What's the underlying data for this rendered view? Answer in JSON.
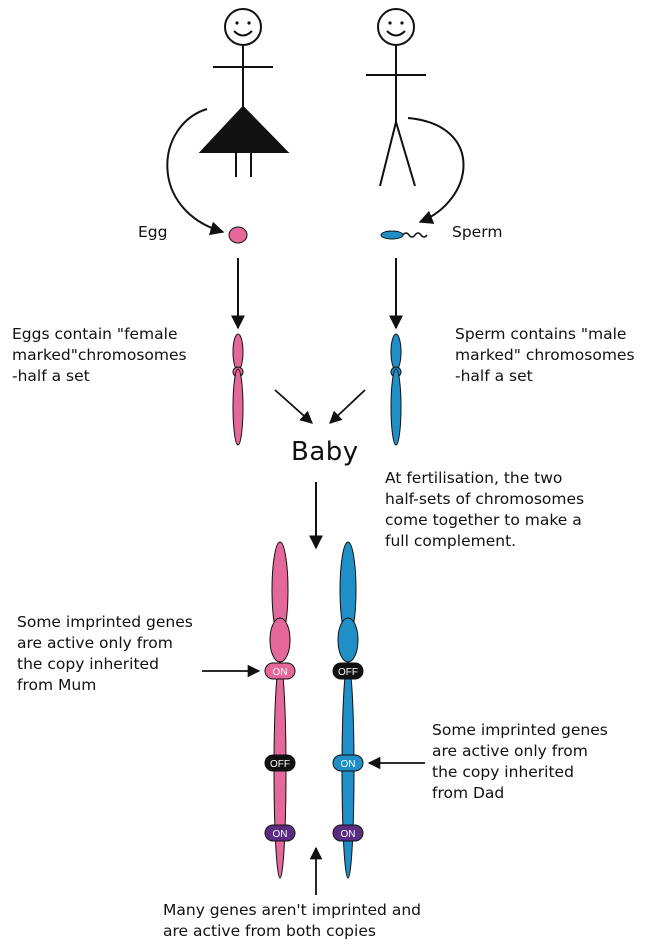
{
  "labels": {
    "egg": "Egg",
    "sperm": "Sperm",
    "baby": "Baby"
  },
  "captions": {
    "eggs_contain": [
      "Eggs contain \"female",
      "marked\"chromosomes",
      "-half a set"
    ],
    "sperm_contains": [
      "Sperm contains \"male",
      "marked\" chromosomes",
      "-half a set"
    ],
    "fertilisation": [
      "At fertilisation, the two",
      "half-sets of chromosomes",
      "come together to make a",
      "full complement."
    ],
    "mum_genes": [
      "Some imprinted genes",
      "are active only from",
      "the copy inherited",
      "from Mum"
    ],
    "dad_genes": [
      "Some imprinted genes",
      "are active only from",
      "the copy inherited",
      "from Dad"
    ],
    "both_copies": [
      "Many genes aren't imprinted and",
      "are active from both copies"
    ]
  },
  "gene_marks": {
    "maternal_top": "ON",
    "maternal_middle": "OFF",
    "maternal_bottom": "ON",
    "paternal_top": "OFF",
    "paternal_middle": "ON",
    "paternal_bottom": "ON"
  },
  "colors": {
    "maternal": "#e5689a",
    "paternal": "#1f8fc7",
    "on_maternal": "#e5689a",
    "on_paternal": "#1f8fc7",
    "off": "#111111",
    "shared_on": "#5a2d82",
    "stroke": "#111111"
  }
}
